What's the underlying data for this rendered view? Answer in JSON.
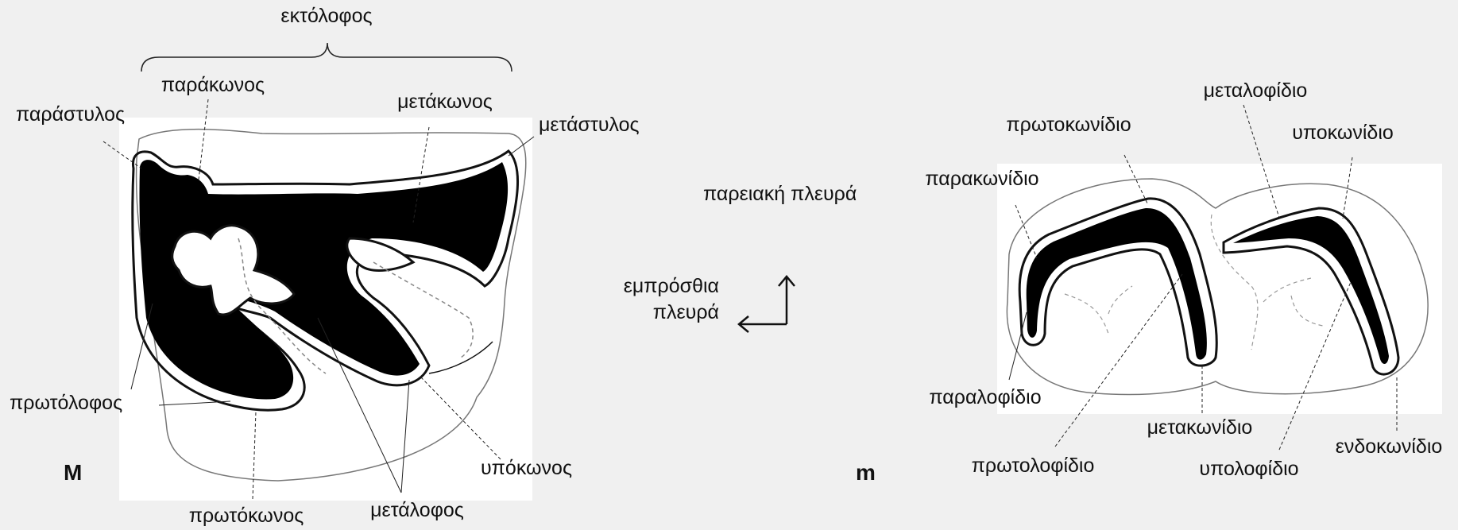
{
  "upper_molar": {
    "panel_label": "M",
    "labels": {
      "ectoloph": "εκτόλοφος",
      "paracone": "παράκωνος",
      "parastyle": "παράστυλος",
      "metacone": "μετάκωνος",
      "metastyle": "μετάστυλος",
      "protoloph": "πρωτόλοφος",
      "hypocone": "υπόκωνος",
      "protocone": "πρωτόκωνος",
      "metaloph": "μετάλοφος"
    }
  },
  "orientation": {
    "buccal_side": "παρειακή πλευρά",
    "anterior_line1": "εμπρόσθια",
    "anterior_line2": "πλευρά"
  },
  "lower_molar": {
    "panel_label": "m",
    "labels": {
      "metalophid": "μεταλοφίδιο",
      "protoconid": "πρωτοκωνίδιο",
      "hypoconid": "υποκωνίδιο",
      "paraconid": "παρακωνίδιο",
      "paralophid": "παραλοφίδιο",
      "metaconid": "μετακωνίδιο",
      "entoconid": "ενδοκωνίδιο",
      "protolophid": "πρωτολοφίδιο",
      "hypolophid": "υπολοφίδιο"
    }
  },
  "colors": {
    "background": "#f0f0f0",
    "panel": "#ffffff",
    "ink": "#111111"
  }
}
